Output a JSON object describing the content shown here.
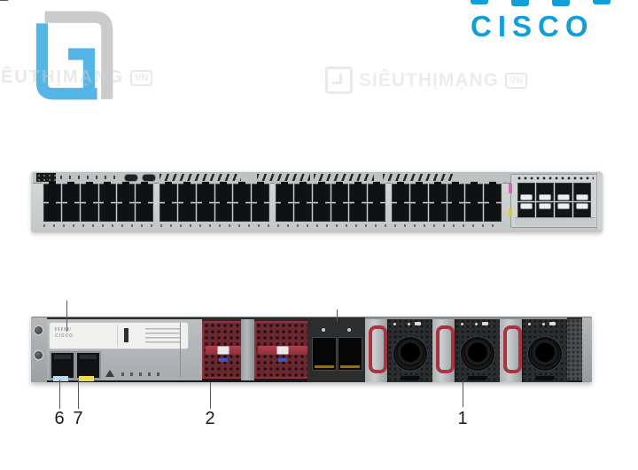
{
  "brand": {
    "cisco_wordmark": "CISCO",
    "rear_plate_brand": "cisco"
  },
  "watermarks": {
    "left": {
      "text": "ÊUTHỊMẠNG",
      "suffix": "VN"
    },
    "center": {
      "text": "SIÊUTHỊMẠNG",
      "suffix": "VN"
    }
  },
  "figure": {
    "front_panel": {
      "port_groups": 4,
      "ports_per_group": 12,
      "total_rj45_ports": 48,
      "uplink_ports": 8
    },
    "rear_panel": {
      "management_ports": 2,
      "fan_modules": 2,
      "stack_connectors": 2,
      "power_supplies": 3
    },
    "callouts": [
      {
        "label": "6",
        "points_to": "management-port-left"
      },
      {
        "label": "7",
        "points_to": "management-port-right"
      },
      {
        "label": "2",
        "points_to": "fan-module"
      },
      {
        "label": "1",
        "points_to": "power-supply-handle"
      }
    ]
  },
  "colors": {
    "cisco-blue": "#119fd9",
    "logo-blue": "#54b5e6",
    "logo-gray": "#c9cbcd",
    "fan-red": "#6b2830",
    "handle-red": "#a93440",
    "tab-magenta": "#d169b3",
    "tab-yellow": "#ddc93f",
    "tag-blue": "#b9d8e9",
    "tag-yellow": "#eedc4a"
  }
}
